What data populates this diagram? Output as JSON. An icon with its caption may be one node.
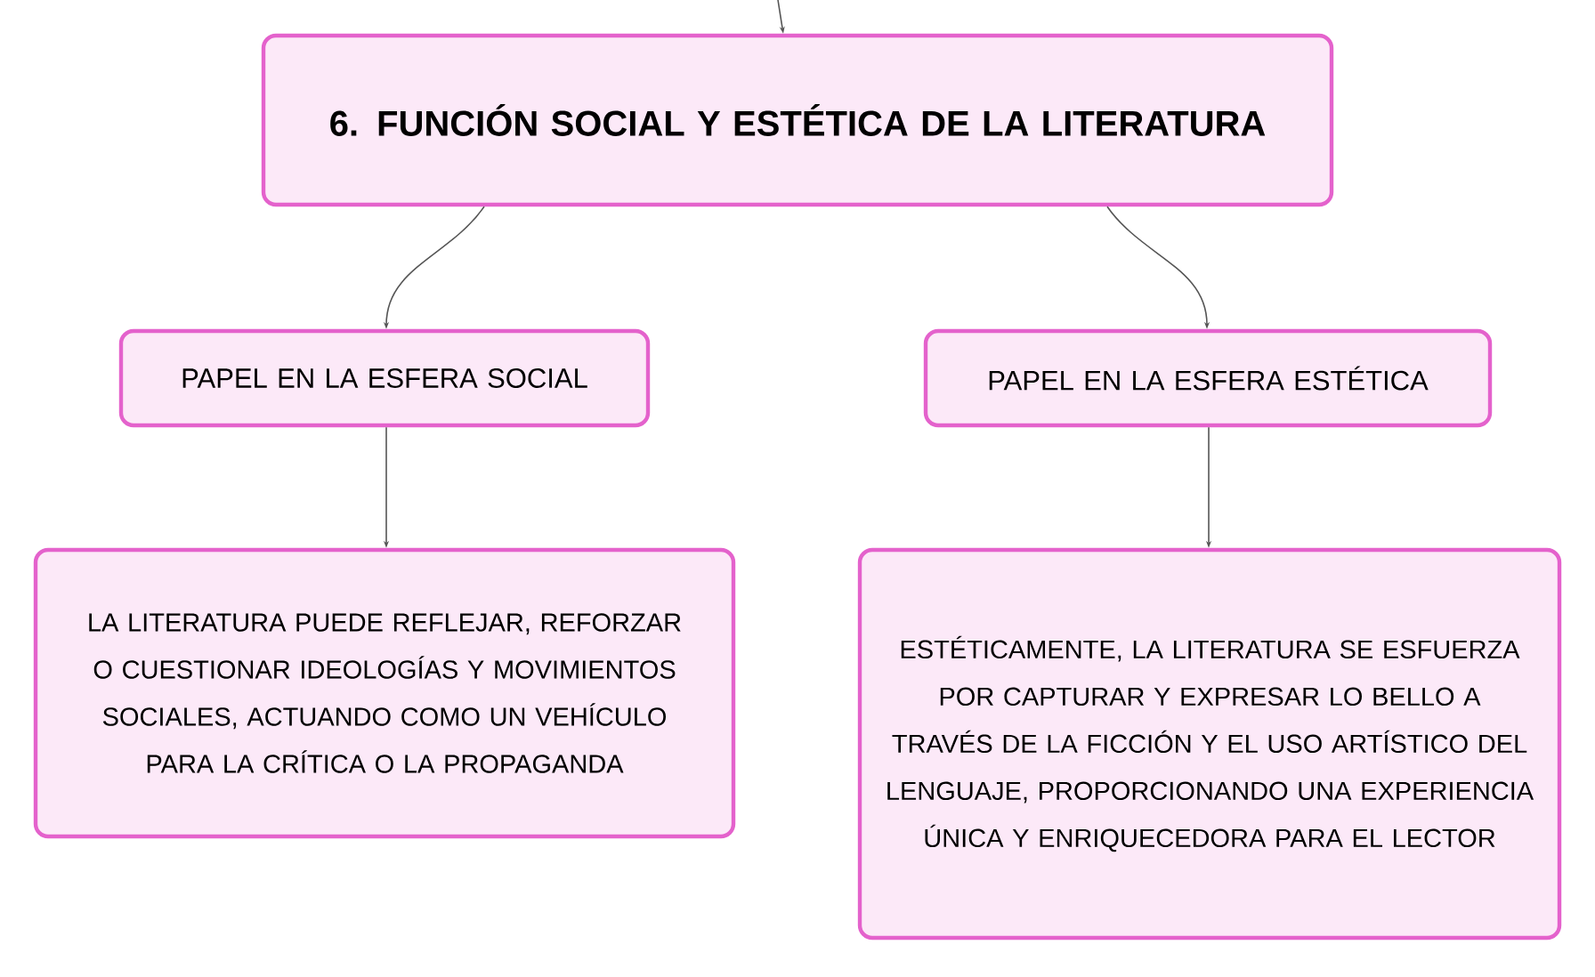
{
  "diagram": {
    "nodes": [
      {
        "text": [
          "6. FUNCIÓN SOCIAL Y ESTÉTICA DE LA LITERATURA"
        ]
      },
      {
        "text": [
          "PAPEL EN LA ESFERA SOCIAL"
        ]
      },
      {
        "text": [
          "PAPEL EN LA ESFERA ESTÉTICA"
        ]
      },
      {
        "text": [
          "LA LITERATURA PUEDE REFLEJAR, REFORZAR O CUESTIONAR IDEOLOGÍAS Y MOVIMIENTOS SOCIALES, ACTUANDO COMO UN VEHÍCULO PARA LA CRÍTICA O LA PROPAGANDA"
        ]
      },
      {
        "text": [
          "ESTÉTICAMENTE, LA LITERATURA SE ESFUERZA POR CAPTURAR Y EXPRESAR LO BELLO A TRAVÉS DE LA FICCIÓN Y EL USO ARTÍSTICO DEL LENGUAJE, PROPORCIONANDO UNA EXPERIENCIA ÚNICA Y ENRIQUECEDORA PARA EL LECTOR"
        ]
      }
    ],
    "edges": [
      {
        "from": null,
        "to": 0,
        "arrow": "to"
      },
      {
        "from": 0,
        "to": 1,
        "arrow": "to"
      },
      {
        "from": 0,
        "to": 2,
        "arrow": "to"
      },
      {
        "from": 1,
        "to": 3,
        "arrow": "to"
      },
      {
        "from": 2,
        "to": 4,
        "arrow": "to"
      }
    ]
  }
}
